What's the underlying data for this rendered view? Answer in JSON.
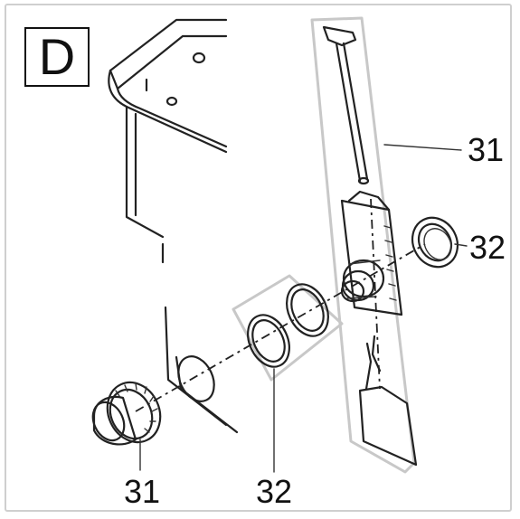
{
  "panel": {
    "letter": "D"
  },
  "callouts": {
    "top_right": "31",
    "right": "32",
    "bottom_left": "31",
    "bottom_center": "32"
  },
  "colors": {
    "frame": "#cfcfcf",
    "line": "#222222",
    "group_outline": "#c8c8c8"
  }
}
